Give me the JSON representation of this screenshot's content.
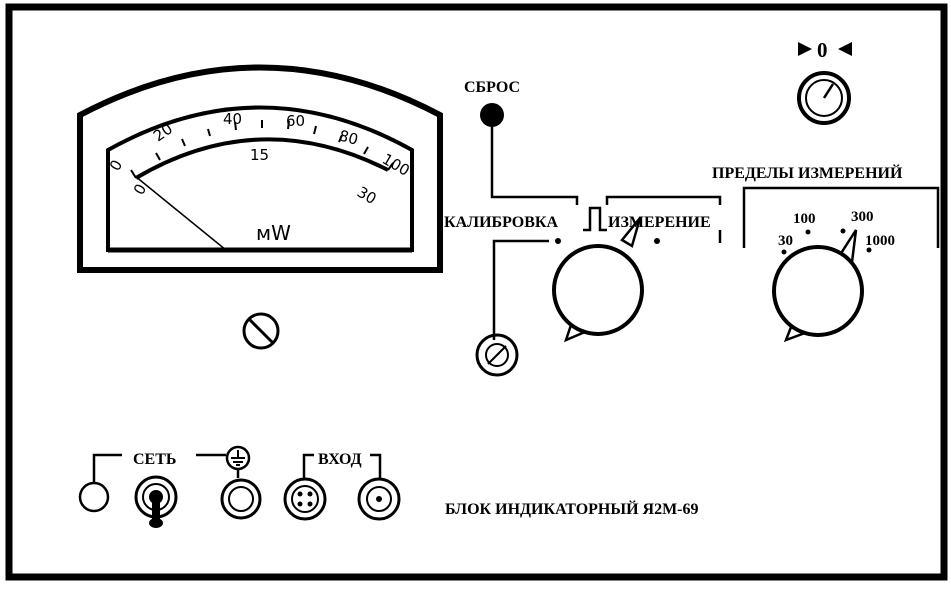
{
  "panel": {
    "zero_label": "0",
    "reset_label": "СБРОС",
    "calibration_label": "КАЛИБРОВКА",
    "measurement_label": "ИЗМЕРЕНИЕ",
    "range_title": "ПРЕДЕЛЫ ИЗМЕРЕНИЙ",
    "ranges": [
      "30",
      "100",
      "300",
      "1000"
    ],
    "power_label": "СЕТЬ",
    "input_label": "ВХОД",
    "device_name": "БЛОК ИНДИКАТОРНЫЙ Я2М-69"
  },
  "meter": {
    "unit": "мW",
    "upper_scale": [
      "0",
      "20",
      "40",
      "60",
      "80",
      "100"
    ],
    "lower_scale": [
      "0",
      "15",
      "30"
    ]
  }
}
